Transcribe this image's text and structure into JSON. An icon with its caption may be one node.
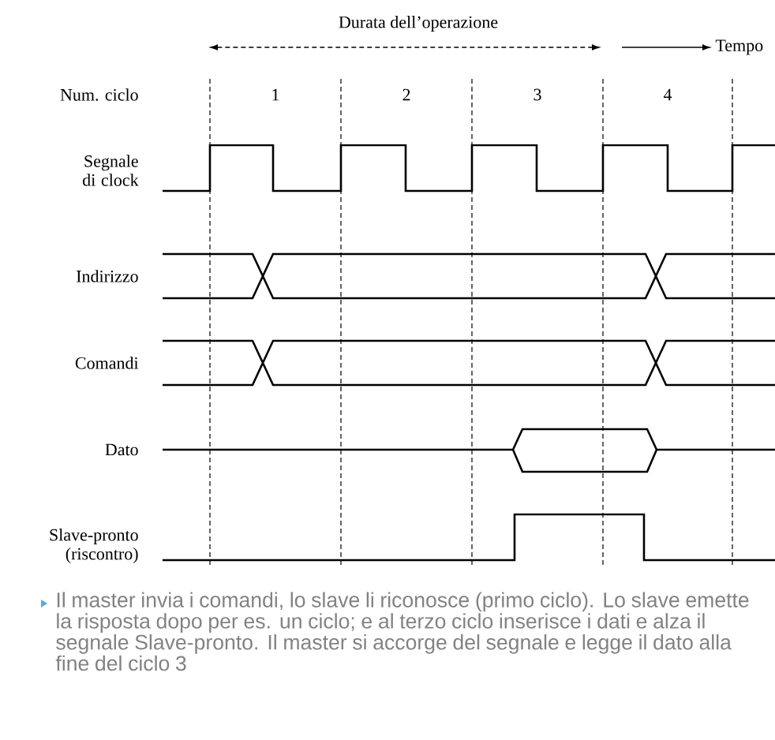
{
  "diagram": {
    "labels": [
      "Durata dell’operazione",
      "Tempo",
      "Num. ciclo",
      "1",
      "2",
      "3",
      "4",
      "Segnale di clock",
      "Indirizzo",
      "Comandi",
      "Dato",
      "Slave-pronto (riscontro)",
      "Il master invia i comandi, lo slave li riconosce (primo ciclo). Lo slave emette la risposta dopo per es. un ciclo; e al terzo ciclo inserisce i dati e alza il segnale Slave-pronto. Il master si accorge del segnale e legge il dato alla fine del ciclo 3"
    ]
  }
}
